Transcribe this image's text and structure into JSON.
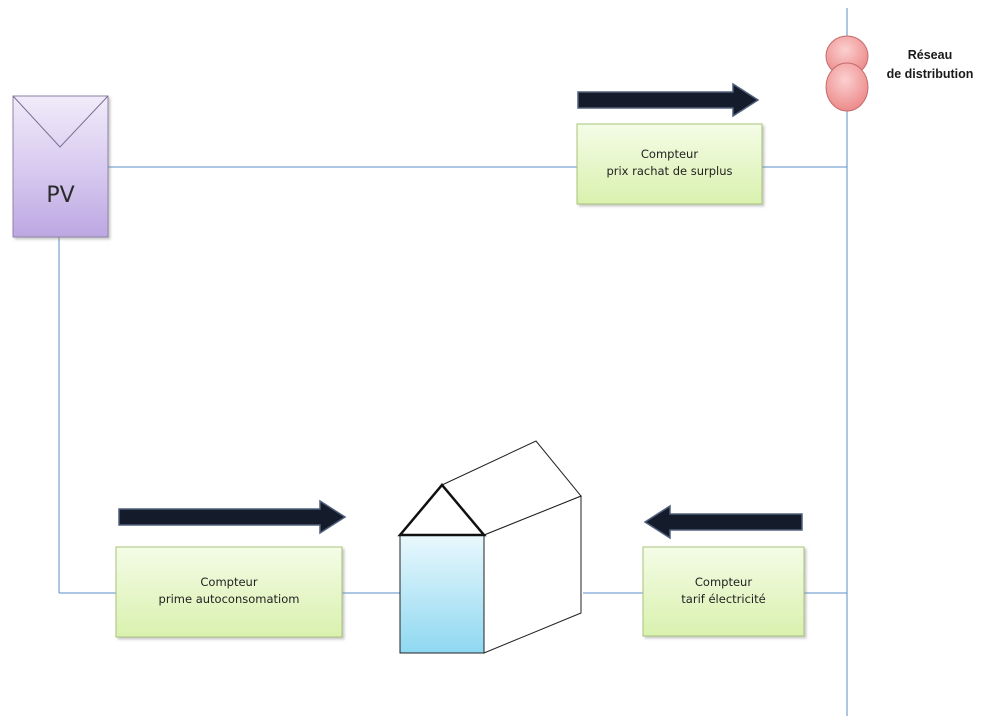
{
  "pv": {
    "label": "PV"
  },
  "grid": {
    "line1": "Réseau",
    "line2": "de distribution"
  },
  "meters": {
    "surplus": {
      "line1": "Compteur",
      "line2": "prix rachat de surplus"
    },
    "self_consumption": {
      "line1": "Compteur",
      "line2": "prime autoconsomatiom"
    },
    "electricity": {
      "line1": "Compteur",
      "line2": "tarif électricité"
    }
  },
  "colors": {
    "line": "#5b8ec8",
    "pv_fill": "#c9b8e6",
    "meter_fill": "#e6f7c9",
    "arrow": "#141b2a",
    "house_front": "#a9e2f5",
    "transformer": "#f08a8a"
  }
}
